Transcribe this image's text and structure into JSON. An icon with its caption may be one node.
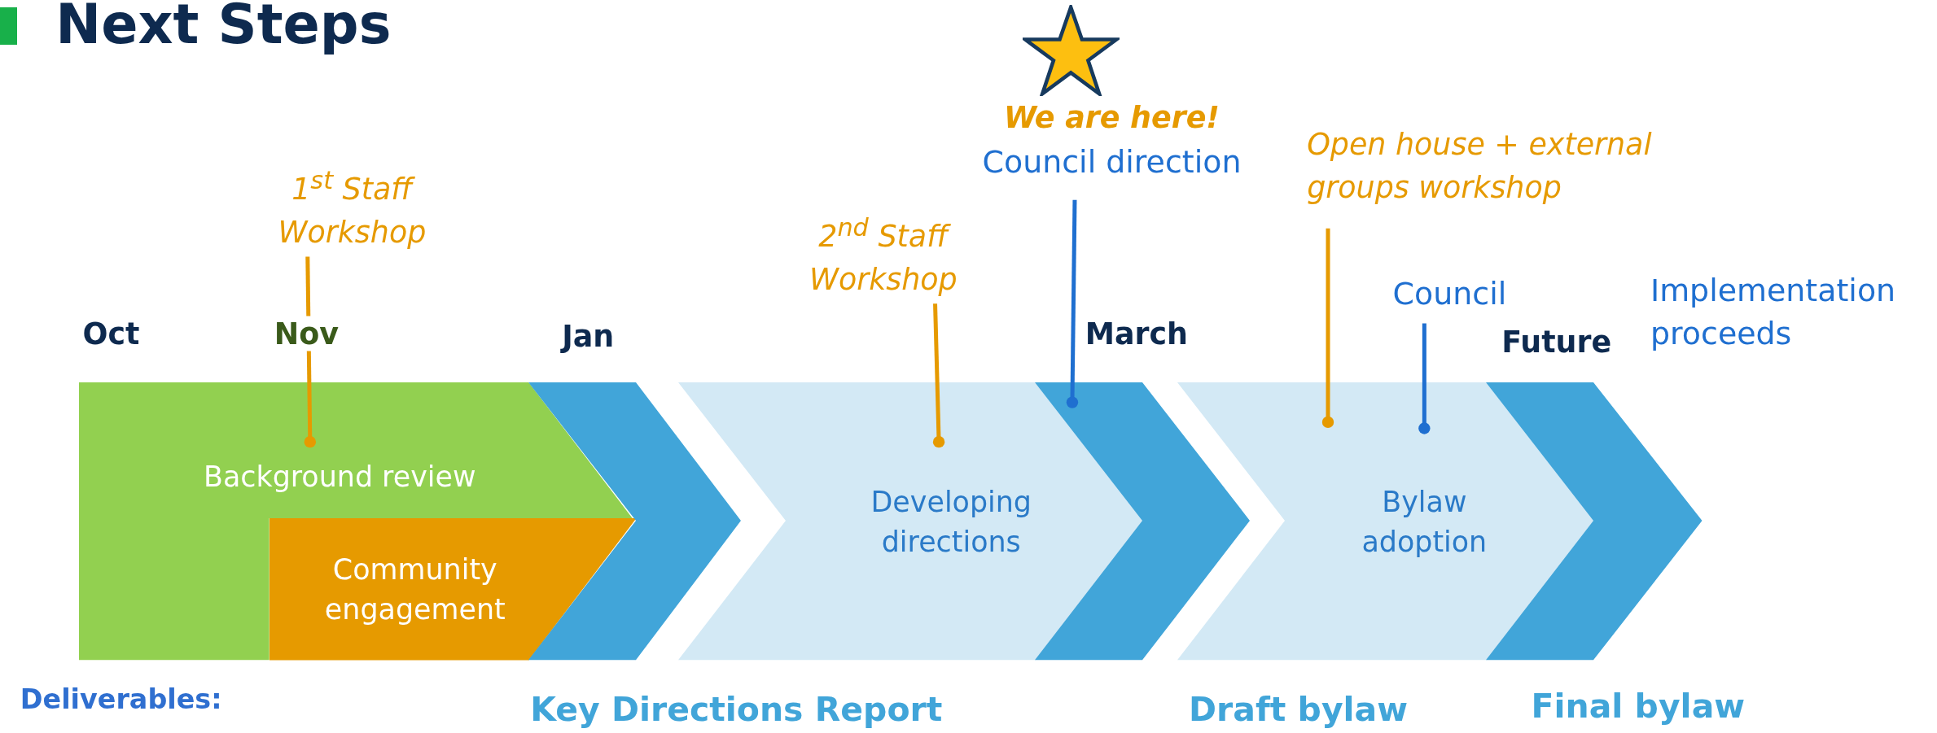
{
  "diagram": {
    "title": "Next Steps",
    "nodes": [
      {
        "text": [
          "1$^{st}$ Staff Workshop"
        ]
      },
      {
        "text": [
          "We are here!",
          "Council direction"
        ]
      },
      {
        "text": [
          "Open house + external groups workshop"
        ]
      },
      {
        "text": [
          "2$^{nd}$ Staff Workshop"
        ]
      },
      {
        "text": [
          "Council"
        ]
      },
      {
        "text": [
          "Background review"
        ]
      },
      {
        "text": [
          "Community engagement"
        ]
      },
      {
        "text": [],
        "shape": "chevron"
      },
      {
        "text": [
          "Developing directions"
        ]
      },
      {
        "text": [],
        "shape": "chevron"
      },
      {
        "text": [
          "Bylaw adoption"
        ]
      },
      {
        "text": [],
        "shape": "chevron"
      }
    ],
    "edges": [
      {
        "from": 0,
        "to": 5,
        "arrow": "other"
      },
      {
        "from": 3,
        "to": 8,
        "arrow": "other"
      },
      {
        "from": 1,
        "to": 9,
        "arrow": "other",
        "color": "#1f6fd0"
      },
      {
        "from": 2,
        "to": 10,
        "arrow": "other"
      },
      {
        "from": 4,
        "to": 10,
        "arrow": "other",
        "color": "#1f6fd0"
      }
    ],
    "labels": [
      "Oct",
      "Nov",
      "Jan",
      "March",
      "Future",
      "Implementation proceeds",
      "Deliverables:",
      "Key Directions Report",
      "Draft bylaw",
      "Final bylaw"
    ]
  }
}
